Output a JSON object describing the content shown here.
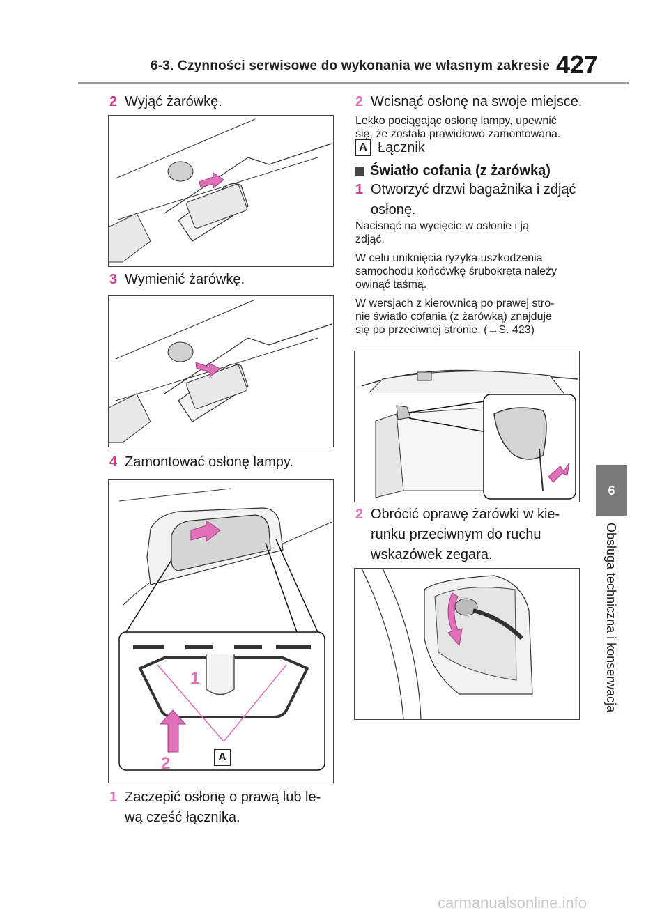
{
  "header": {
    "section_title": "6-3. Czynności serwisowe do wykonania we własnym zakresie",
    "page_number": "427"
  },
  "side_tab": {
    "chapter": "6",
    "title": "Obsługa techniczna i konserwacja"
  },
  "left_column": {
    "step2": {
      "num": "2",
      "text": "Wyjąć żarówkę."
    },
    "step3": {
      "num": "3",
      "text": "Wymienić żarówkę."
    },
    "step4": {
      "num": "4",
      "text": "Zamontować osłonę lampy."
    },
    "step1": {
      "num": "1",
      "line1": "Zaczepić osłonę o prawą lub le-",
      "line2": "wą część łącznika."
    },
    "fig3_labels": {
      "label1": "1",
      "label2": "2",
      "labelA": "A"
    }
  },
  "right_column": {
    "step2": {
      "num": "2",
      "text": "Wcisnąć osłonę na swoje miejsce."
    },
    "note1": {
      "line1": "Lekko pociągając osłonę lampy, upewnić",
      "line2": "się, że została prawidłowo zamontowana."
    },
    "connector": {
      "box": "A",
      "text": "Łącznik"
    },
    "section_title": "Światło cofania (z żarówką)",
    "r_step1": {
      "num": "1",
      "line1": "Otworzyć drzwi bagażnika i zdjąć",
      "line2": "osłonę."
    },
    "note2": {
      "line1": "Nacisnąć na wycięcie w osłonie i ją",
      "line2": "zdjąć."
    },
    "note3": {
      "line1": "W celu uniknięcia ryzyka uszkodzenia",
      "line2": "samochodu końcówkę śrubokręta należy",
      "line3": "owinąć taśmą."
    },
    "note4": {
      "line1": "W wersjach z kierownicą po prawej stro-",
      "line2": "nie światło cofania (z żarówką) znajduje",
      "line3": "się po przeciwnej stronie. (→S. 423)"
    },
    "r_step2": {
      "num": "2",
      "line1": "Obrócić oprawę żarówki w kie-",
      "line2": "runku przeciwnym do ruchu",
      "line3": "wskazówek zegara."
    }
  },
  "colors": {
    "accent": "#c83a8c",
    "arrow_pink": "#e070b8",
    "tab_gray": "#7a7a7a"
  },
  "footer": {
    "watermark": "carmanualsonline.info"
  }
}
